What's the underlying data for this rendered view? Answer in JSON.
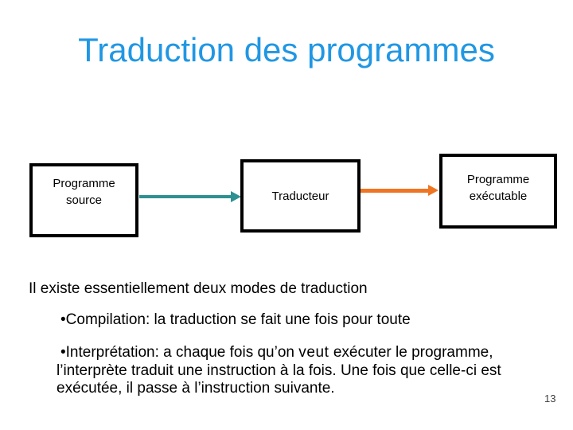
{
  "slide": {
    "title": "Traduction des programmes",
    "title_color": "#2097E3",
    "background_color": "#FFFFFF",
    "page_number": "13"
  },
  "diagram": {
    "boxes": [
      {
        "id": "programme-source",
        "line1": "Programme",
        "line2": "source"
      },
      {
        "id": "traducteur",
        "line1": "Traducteur"
      },
      {
        "id": "programme-executable",
        "line1": "Programme",
        "line2": "exécutable"
      }
    ],
    "arrows": [
      {
        "id": "source-to-traducteur",
        "color": "#2E9090",
        "direction": "right"
      },
      {
        "id": "traducteur-to-executable",
        "color": "#EF7522",
        "direction": "right"
      }
    ],
    "box_border_color": "#000000"
  },
  "body": {
    "intro": "Il existe essentiellement deux modes de traduction",
    "bullet_char": "•",
    "compilation": "Compilation: la traduction se fait une fois pour toute",
    "interpretation": {
      "line1_pre": "Interprétation: a chaque fois qu’on ",
      "emphasis": "veut",
      "line1_post": " exécuter le programme,",
      "line2": "l’interprète traduit une instruction à la fois. Une fois que celle-ci est",
      "line3": "exécutée, il passe à l’instruction suivante."
    }
  }
}
